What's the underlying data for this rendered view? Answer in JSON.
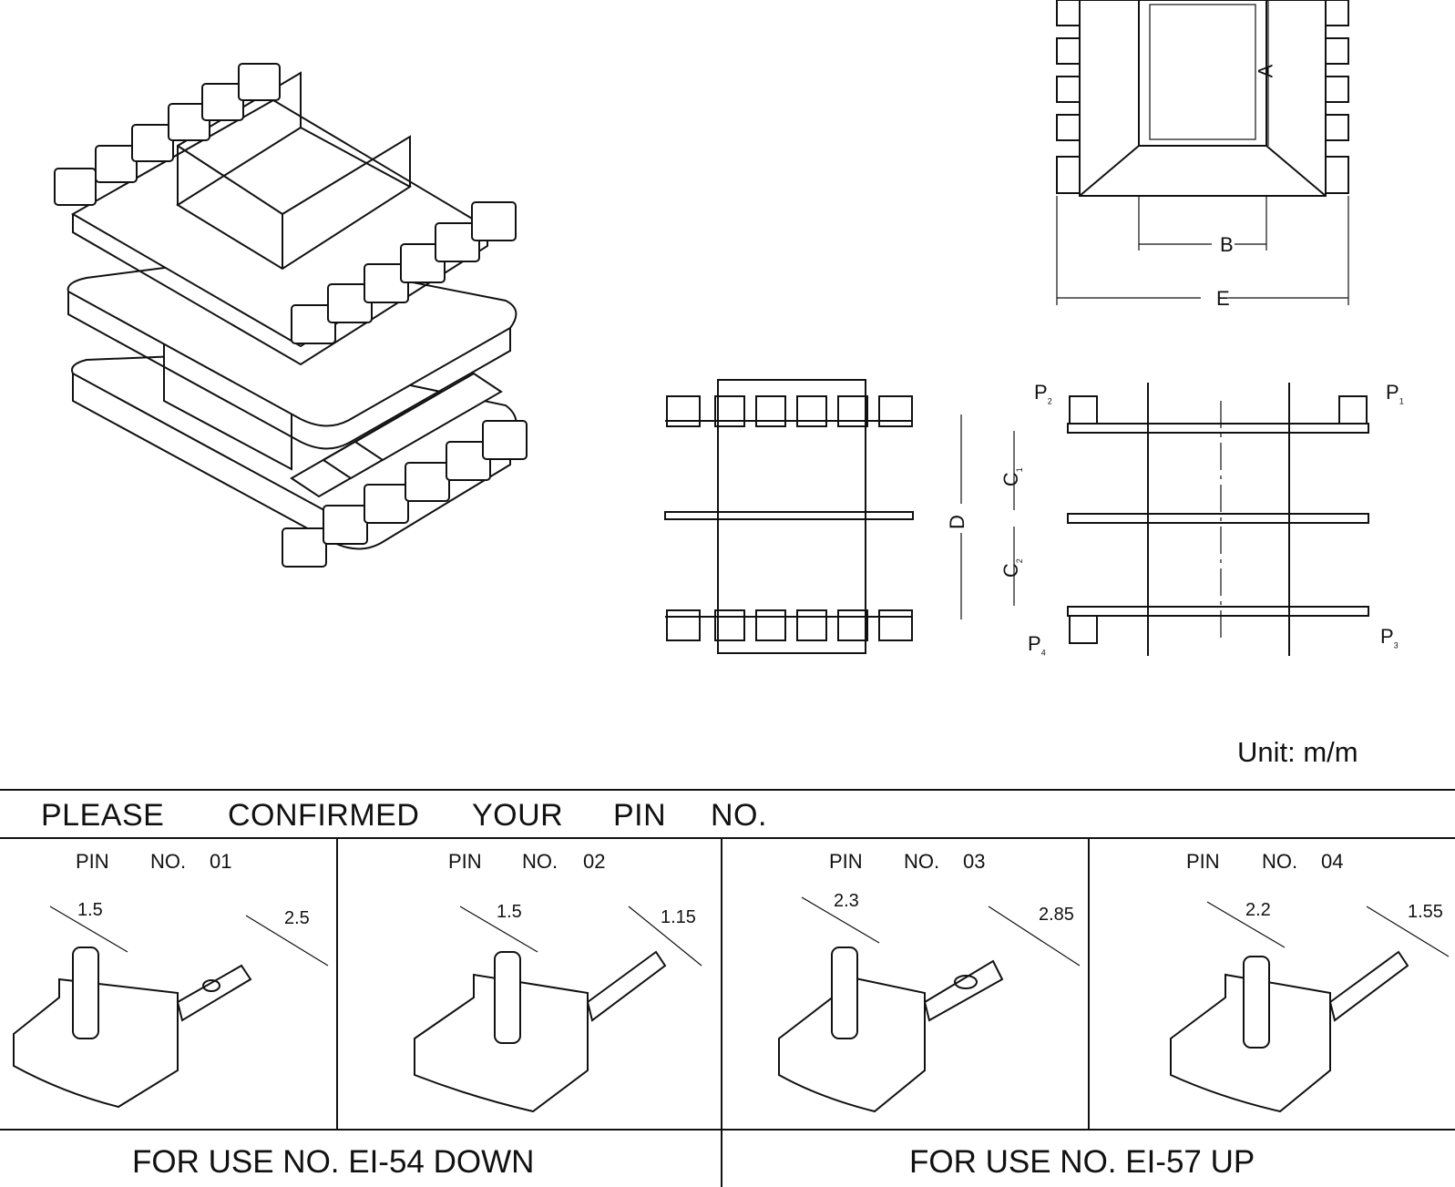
{
  "unit_label": "Unit: m/m",
  "top_view": {
    "dim_a": "A",
    "dim_b": "B",
    "dim_e": "E"
  },
  "side_view": {
    "dim_d": "D"
  },
  "pin_view": {
    "p1": "P",
    "p1_sub": "1",
    "p2": "P",
    "p2_sub": "2",
    "p3": "P",
    "p3_sub": "3",
    "p4": "P",
    "p4_sub": "4",
    "c1": "C",
    "c1_sub": "1",
    "c2": "C",
    "c2_sub": "2"
  },
  "confirm_header": {
    "words": [
      "PLEASE",
      "CONFIRMED",
      "YOUR",
      "PIN",
      "NO."
    ]
  },
  "pins": [
    {
      "label": [
        "PIN",
        "NO.",
        "01"
      ],
      "dim_left": "1.5",
      "dim_right": "2.5"
    },
    {
      "label": [
        "PIN",
        "NO.",
        "02"
      ],
      "dim_left": "1.5",
      "dim_right": "1.15"
    },
    {
      "label": [
        "PIN",
        "NO.",
        "03"
      ],
      "dim_left": "2.3",
      "dim_right": "2.85"
    },
    {
      "label": [
        "PIN",
        "NO.",
        "04"
      ],
      "dim_left": "2.2",
      "dim_right": "1.55"
    }
  ],
  "footer": {
    "left": "FOR  USE  NO.  EI-54  DOWN",
    "right": "FOR  USE  NO.  EI-57  UP"
  }
}
